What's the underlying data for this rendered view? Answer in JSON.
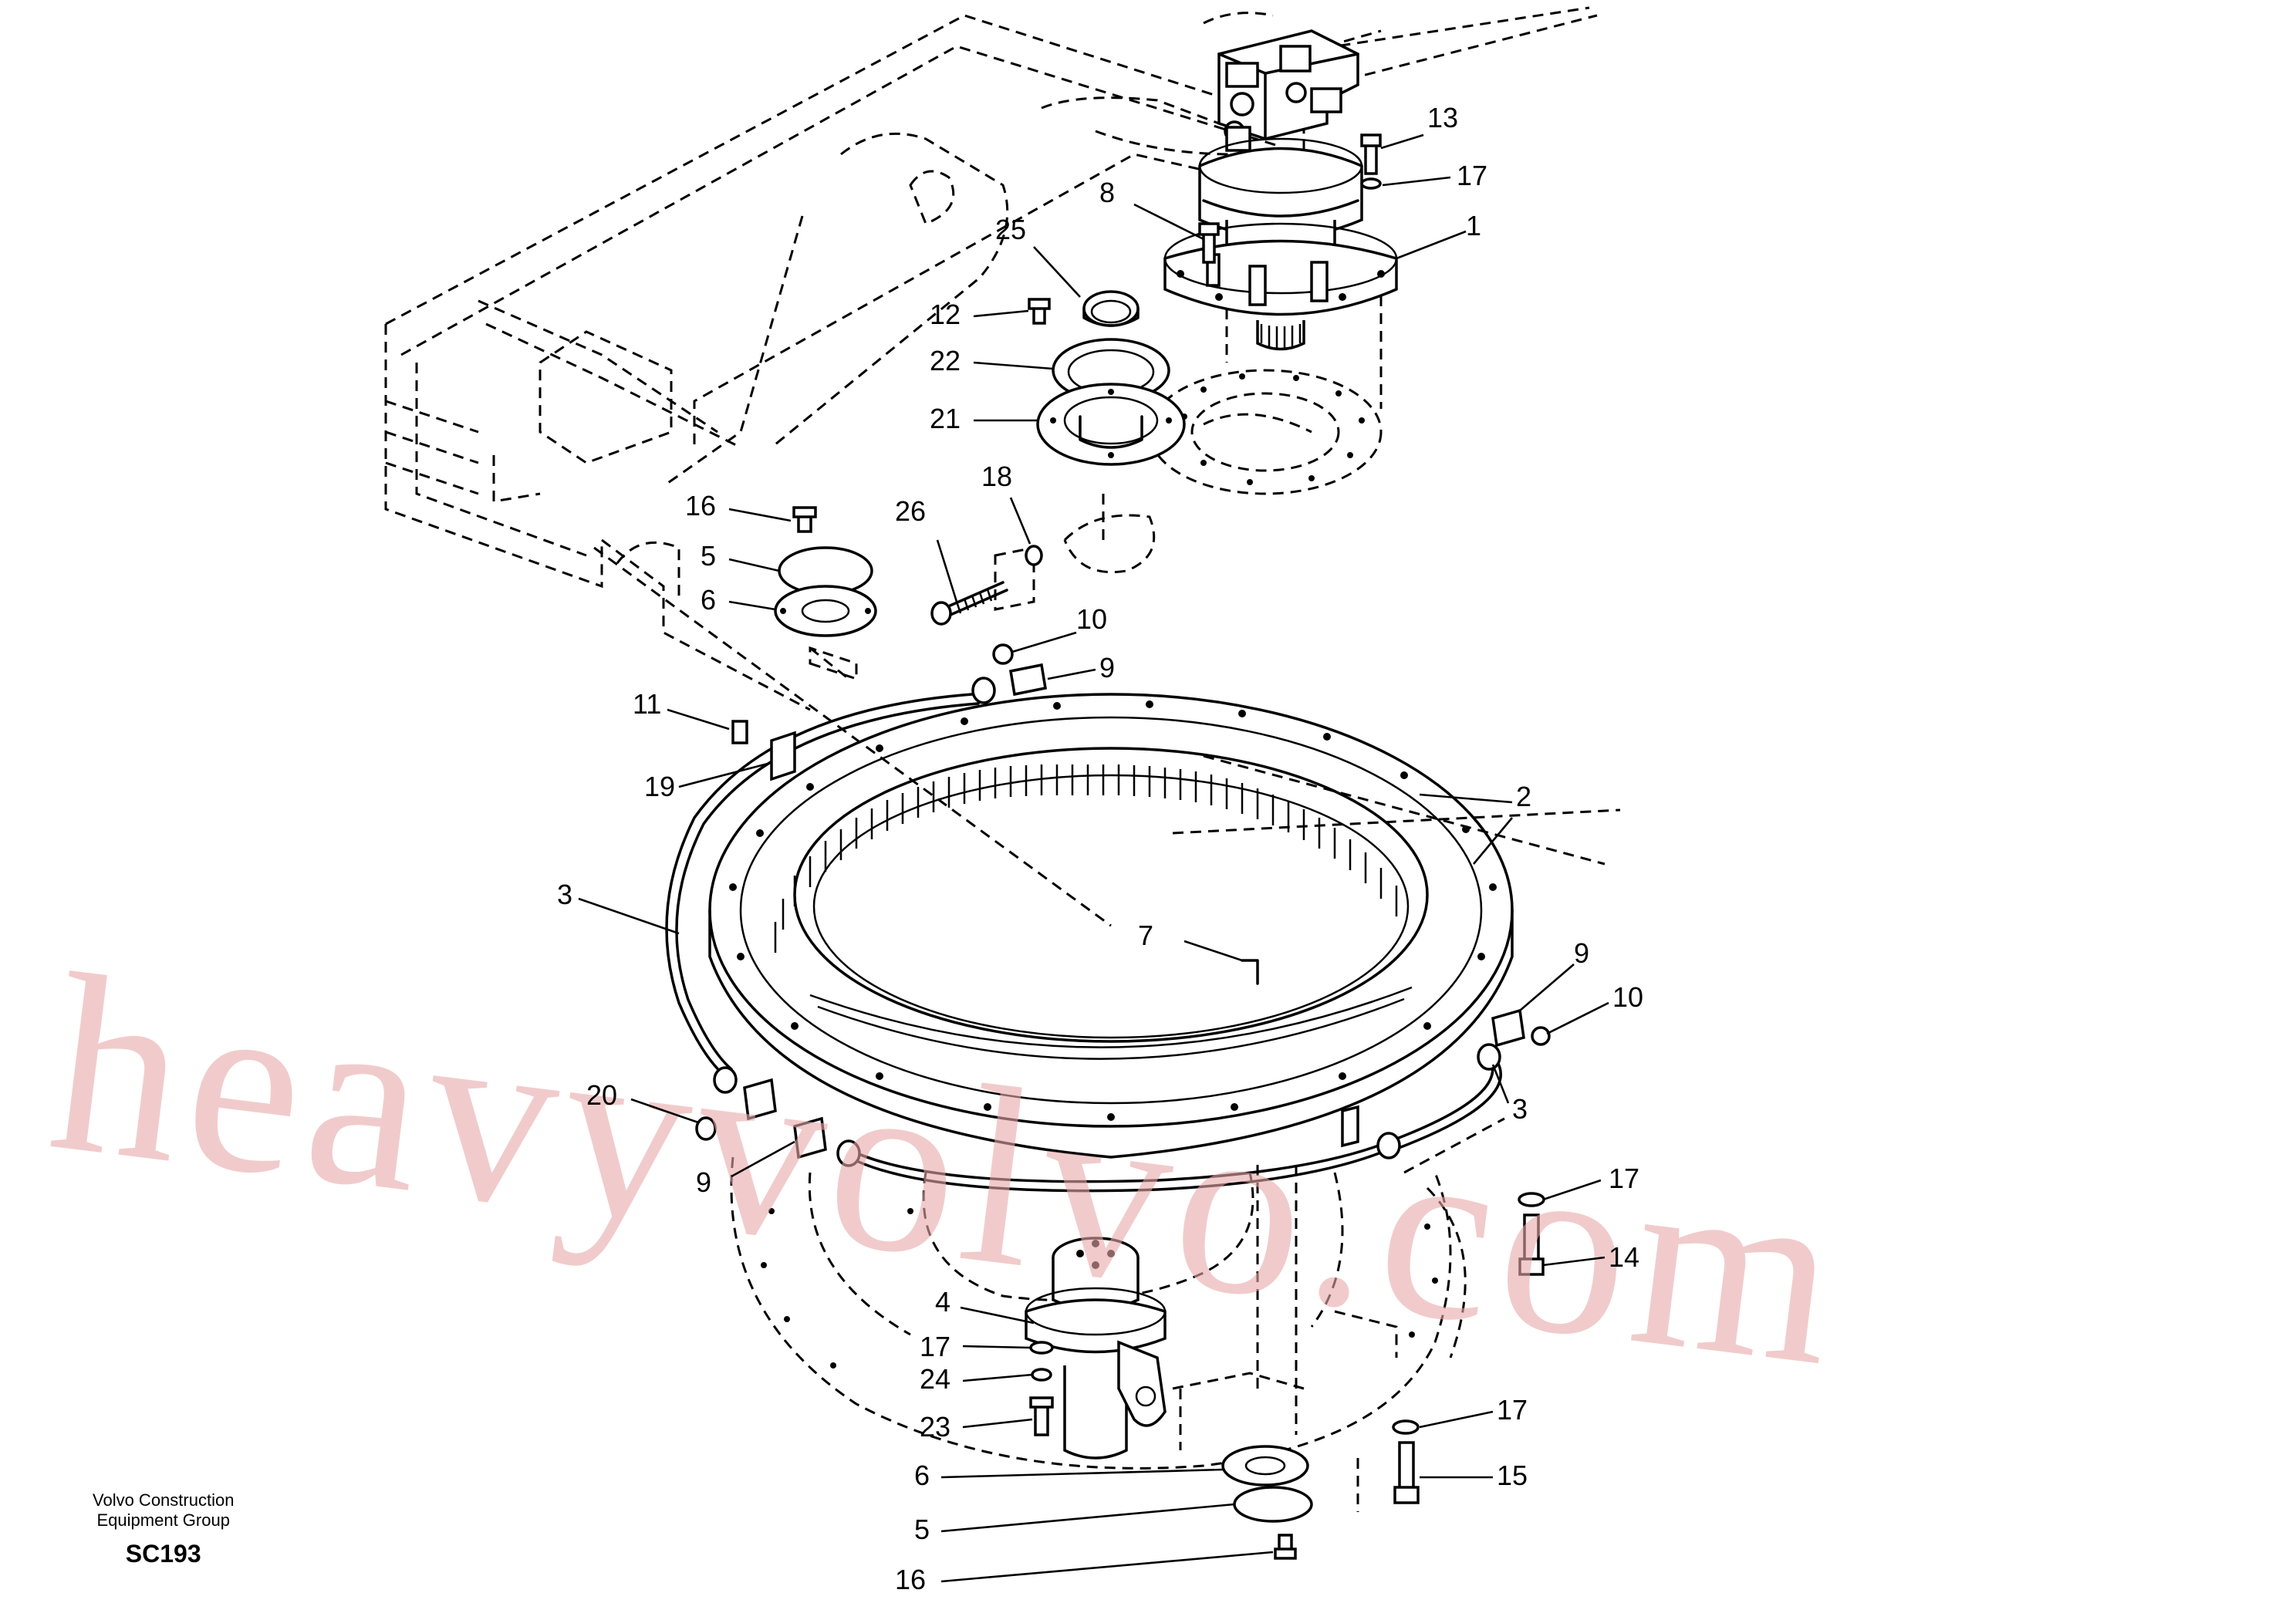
{
  "callouts": [
    {
      "id": "c13",
      "label": "13"
    },
    {
      "id": "c17a",
      "label": "17"
    },
    {
      "id": "c8",
      "label": "8"
    },
    {
      "id": "c1",
      "label": "1"
    },
    {
      "id": "c25",
      "label": "25"
    },
    {
      "id": "c12",
      "label": "12"
    },
    {
      "id": "c22",
      "label": "22"
    },
    {
      "id": "c21",
      "label": "21"
    },
    {
      "id": "c16a",
      "label": "16"
    },
    {
      "id": "c5a",
      "label": "5"
    },
    {
      "id": "c6a",
      "label": "6"
    },
    {
      "id": "c26",
      "label": "26"
    },
    {
      "id": "c18",
      "label": "18"
    },
    {
      "id": "c10a",
      "label": "10"
    },
    {
      "id": "c9a",
      "label": "9"
    },
    {
      "id": "c11",
      "label": "11"
    },
    {
      "id": "c19",
      "label": "19"
    },
    {
      "id": "c2",
      "label": "2"
    },
    {
      "id": "c3a",
      "label": "3"
    },
    {
      "id": "c7",
      "label": "7"
    },
    {
      "id": "c9b",
      "label": "9"
    },
    {
      "id": "c10b",
      "label": "10"
    },
    {
      "id": "c3b",
      "label": "3"
    },
    {
      "id": "c20",
      "label": "20"
    },
    {
      "id": "c9c",
      "label": "9"
    },
    {
      "id": "c17b",
      "label": "17"
    },
    {
      "id": "c14",
      "label": "14"
    },
    {
      "id": "c4",
      "label": "4"
    },
    {
      "id": "c17c",
      "label": "17"
    },
    {
      "id": "c24",
      "label": "24"
    },
    {
      "id": "c23",
      "label": "23"
    },
    {
      "id": "c17d",
      "label": "17"
    },
    {
      "id": "c15",
      "label": "15"
    },
    {
      "id": "c6b",
      "label": "6"
    },
    {
      "id": "c5b",
      "label": "5"
    },
    {
      "id": "c16b",
      "label": "16"
    }
  ],
  "footer": {
    "company_line1": "Volvo Construction",
    "company_line2": "Equipment Group",
    "code": "SC193"
  },
  "watermark": "heavyvolvo.com"
}
